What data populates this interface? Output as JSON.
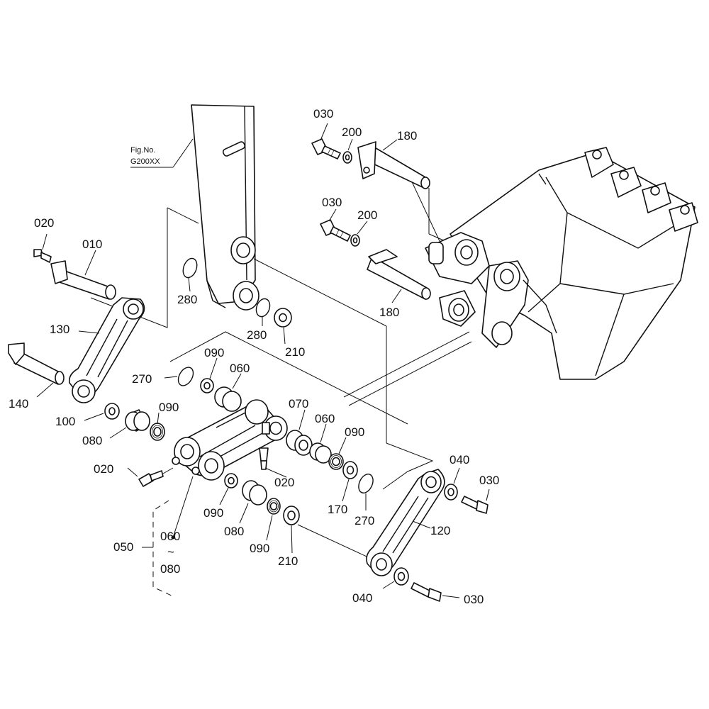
{
  "figure_ref": {
    "line1": "Fig.No.",
    "line2": "G200XX"
  },
  "labels": {
    "p010": "010",
    "p020_top": "020",
    "p020_mid": "020",
    "p020_link": "020",
    "p030_top": "030",
    "p030_mid": "030",
    "p030_right": "030",
    "p030_bottom": "030",
    "p040_top": "040",
    "p040_bottom": "040",
    "p050": "050",
    "p060_upper": "060",
    "p060_right": "060",
    "p070": "070",
    "p080_left": "080",
    "p080_lower": "080",
    "p090_upper": "090",
    "p090_left": "090",
    "p090_right": "090",
    "p090_lower_a": "090",
    "p090_lower_b": "090",
    "p100": "100",
    "p120": "120",
    "p130": "130",
    "p140": "140",
    "p170": "170",
    "p180_top": "180",
    "p180_mid": "180",
    "p200_top": "200",
    "p200_mid": "200",
    "p210_upper": "210",
    "p210_lower": "210",
    "p270_left": "270",
    "p270_right": "270",
    "p280_left": "280",
    "p280_mid": "280"
  },
  "range_note": {
    "from": "060",
    "tilde": "~",
    "to": "080"
  }
}
